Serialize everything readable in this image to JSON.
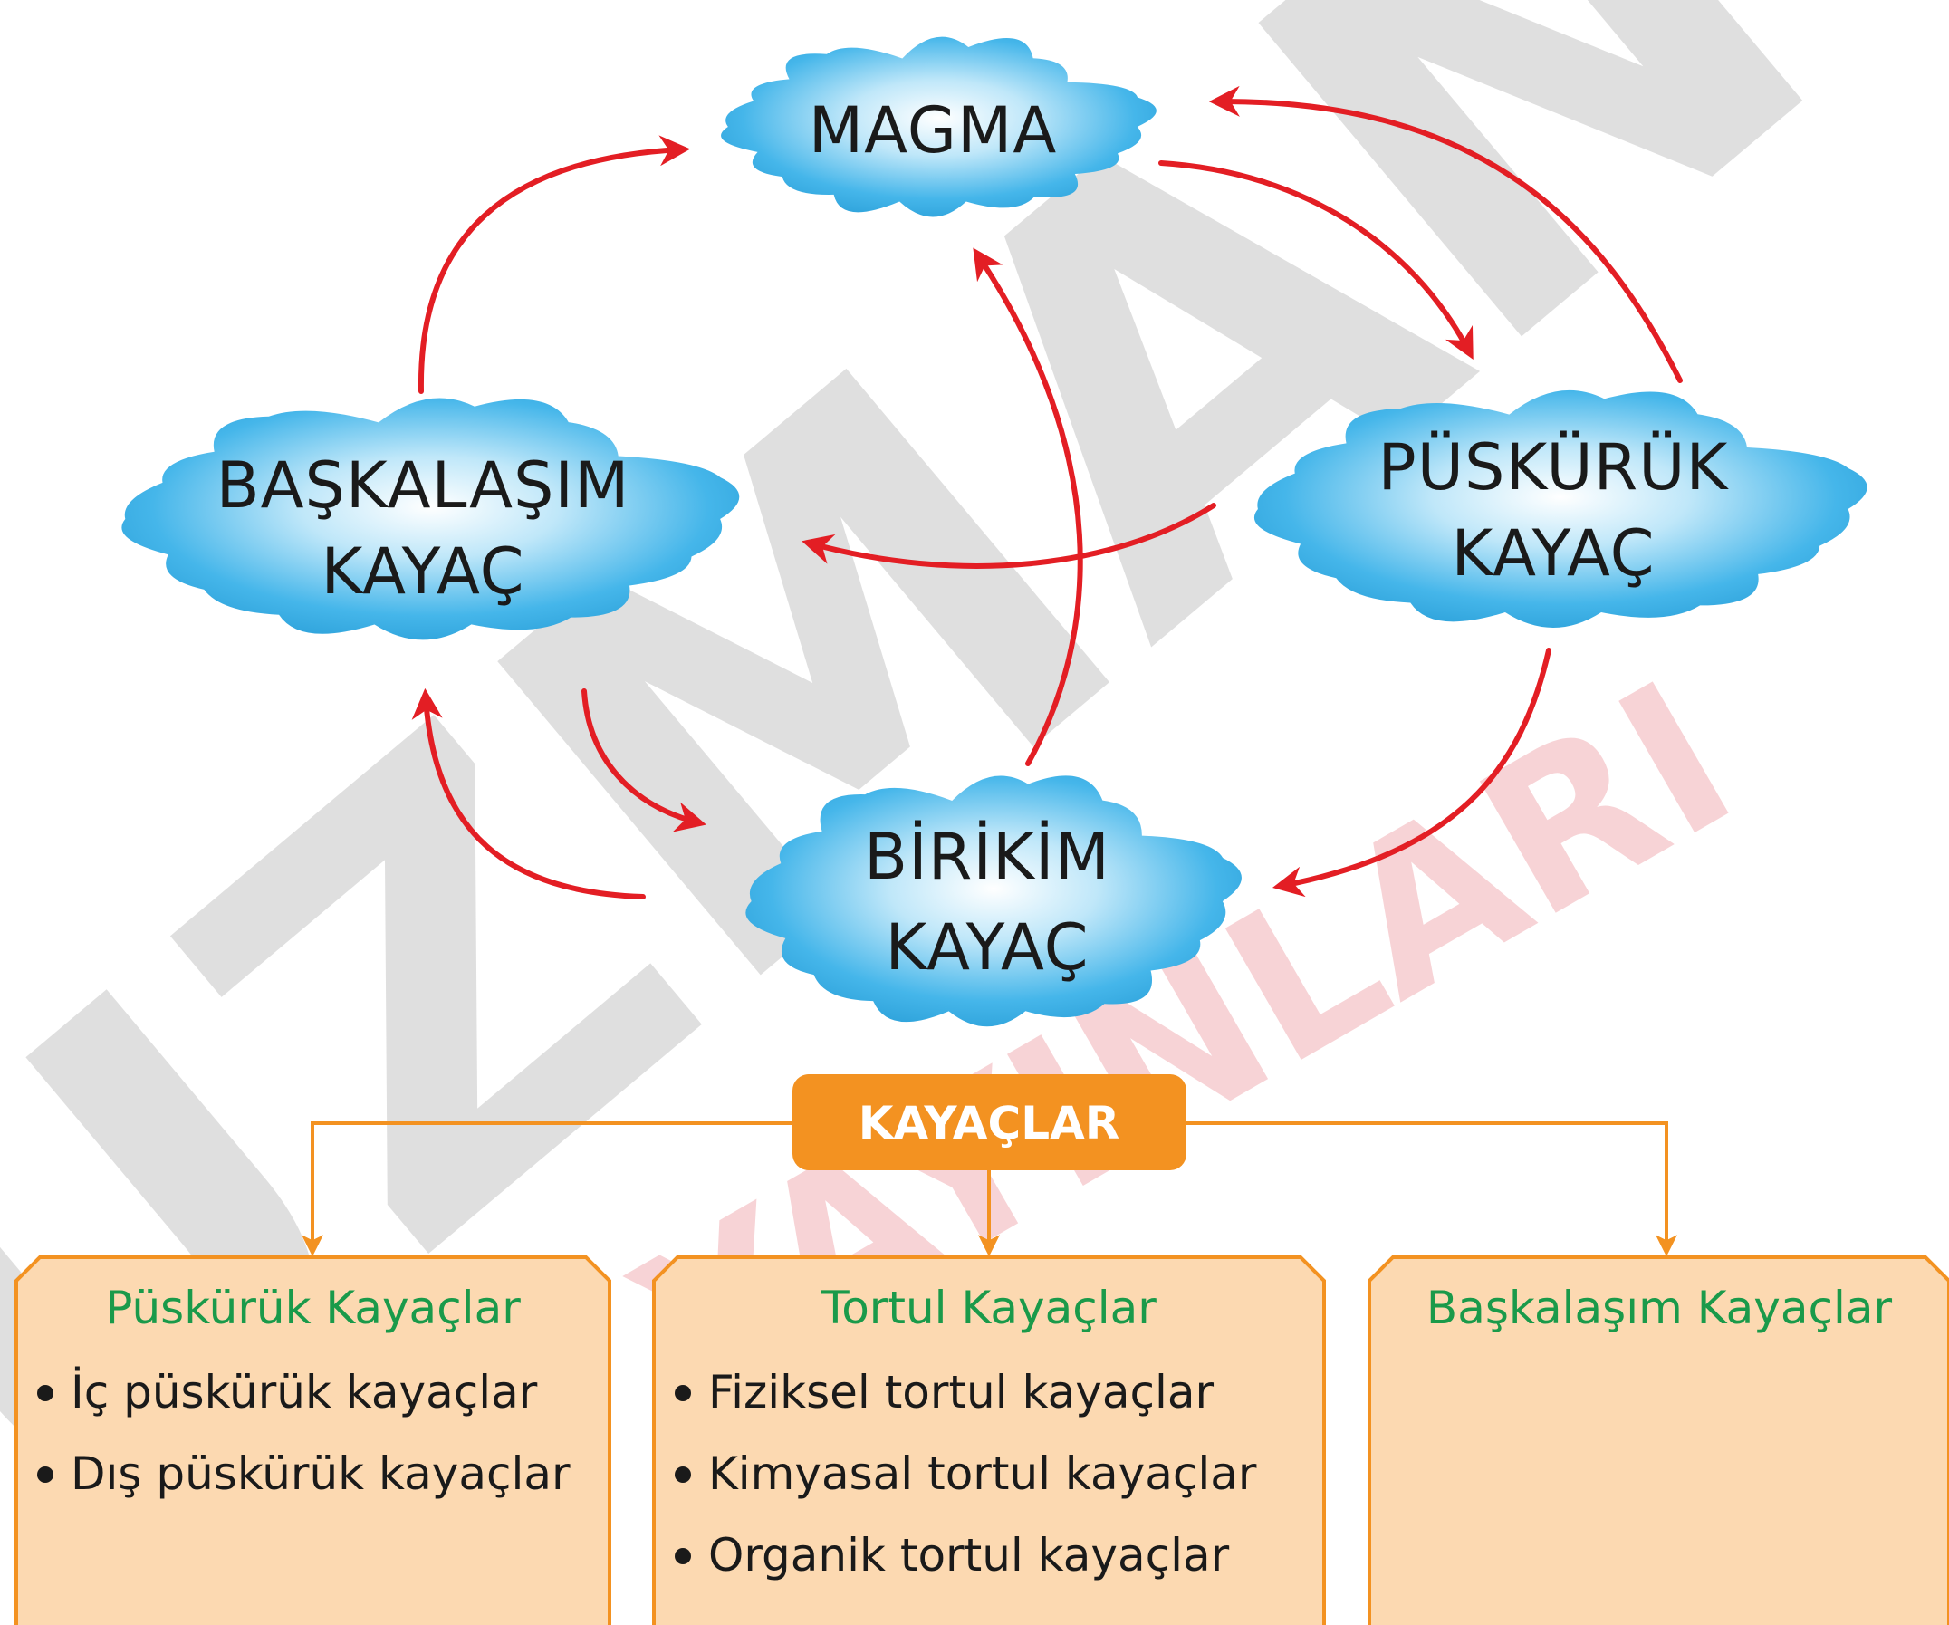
{
  "watermark": {
    "main": "UZMAN",
    "sub": "YAYINLARI",
    "color_main": "#d9d9d9",
    "color_sub": "#f6c9cd"
  },
  "cycle": {
    "arrow_color": "#e31e24",
    "cloud_color": "#3fb0e6",
    "nodes": {
      "magma": {
        "lines": [
          "MAGMA"
        ]
      },
      "puskuruk": {
        "lines": [
          "PÜSKÜRÜK",
          "KAYAÇ"
        ]
      },
      "baskalasim": {
        "lines": [
          "BAŞKALAŞIM",
          "KAYAÇ"
        ]
      },
      "birikim": {
        "lines": [
          "BİRİKİM",
          "KAYAÇ"
        ]
      }
    }
  },
  "tree": {
    "root": {
      "label": "KAYAÇLAR",
      "color": "#f39221"
    },
    "line_color": "#f39221",
    "box_fill": "#fcd9b1",
    "box_border": "#f39221",
    "boxes": [
      {
        "title": "Püskürük Kayaçlar",
        "items": [
          "İç püskürük kayaçlar",
          "Dış püskürük kayaçlar"
        ]
      },
      {
        "title": "Tortul Kayaçlar",
        "items": [
          "Fiziksel tortul kayaçlar",
          "Kimyasal tortul kayaçlar",
          "Organik tortul kayaçlar"
        ]
      },
      {
        "title": "Başkalaşım Kayaçlar",
        "items": []
      }
    ]
  }
}
